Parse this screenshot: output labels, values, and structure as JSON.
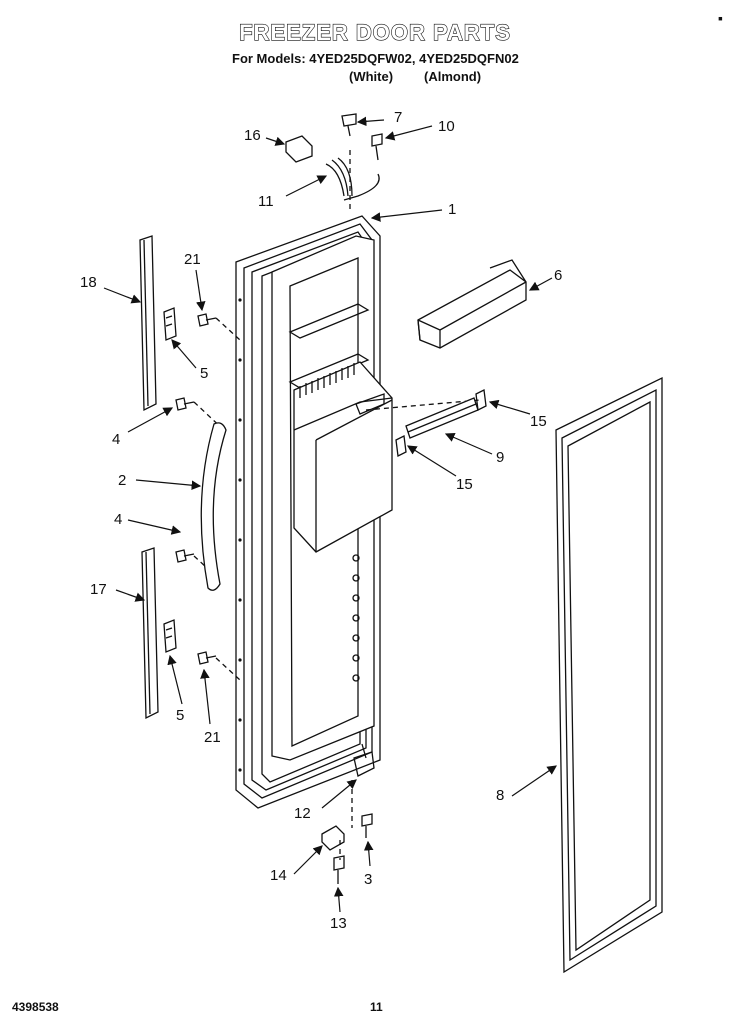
{
  "header": {
    "title": "FREEZER DOOR PARTS",
    "models_line": "For Models: 4YED25DQFW02, 4YED25DQFN02",
    "white_label": "(White)",
    "almond_label": "(Almond)"
  },
  "corner_mark": "▪",
  "callouts": {
    "c1": "1",
    "c2": "2",
    "c3": "3",
    "c4a": "4",
    "c4b": "4",
    "c5a": "5",
    "c5b": "5",
    "c6": "6",
    "c7": "7",
    "c8": "8",
    "c9": "9",
    "c10": "10",
    "c11": "11",
    "c12": "12",
    "c13": "13",
    "c14": "14",
    "c15a": "15",
    "c15b": "15",
    "c16": "16",
    "c17": "17",
    "c18": "18",
    "c21a": "21",
    "c21b": "21"
  },
  "footer": {
    "doc_number": "4398538",
    "page": "11"
  }
}
